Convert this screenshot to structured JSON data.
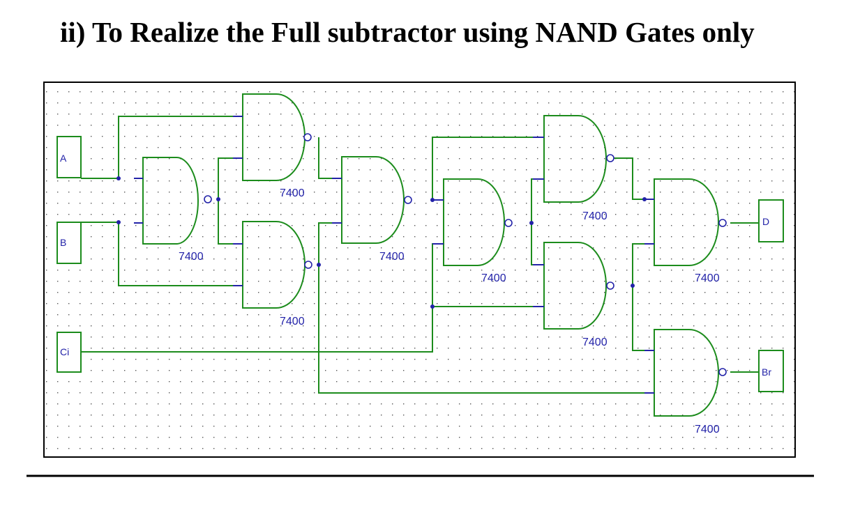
{
  "heading": "ii) To Realize the Full subtractor using NAND Gates only",
  "inputs": [
    "A",
    "B",
    "Ci"
  ],
  "outputs": [
    "D",
    "Br"
  ],
  "gate_part": "7400"
}
